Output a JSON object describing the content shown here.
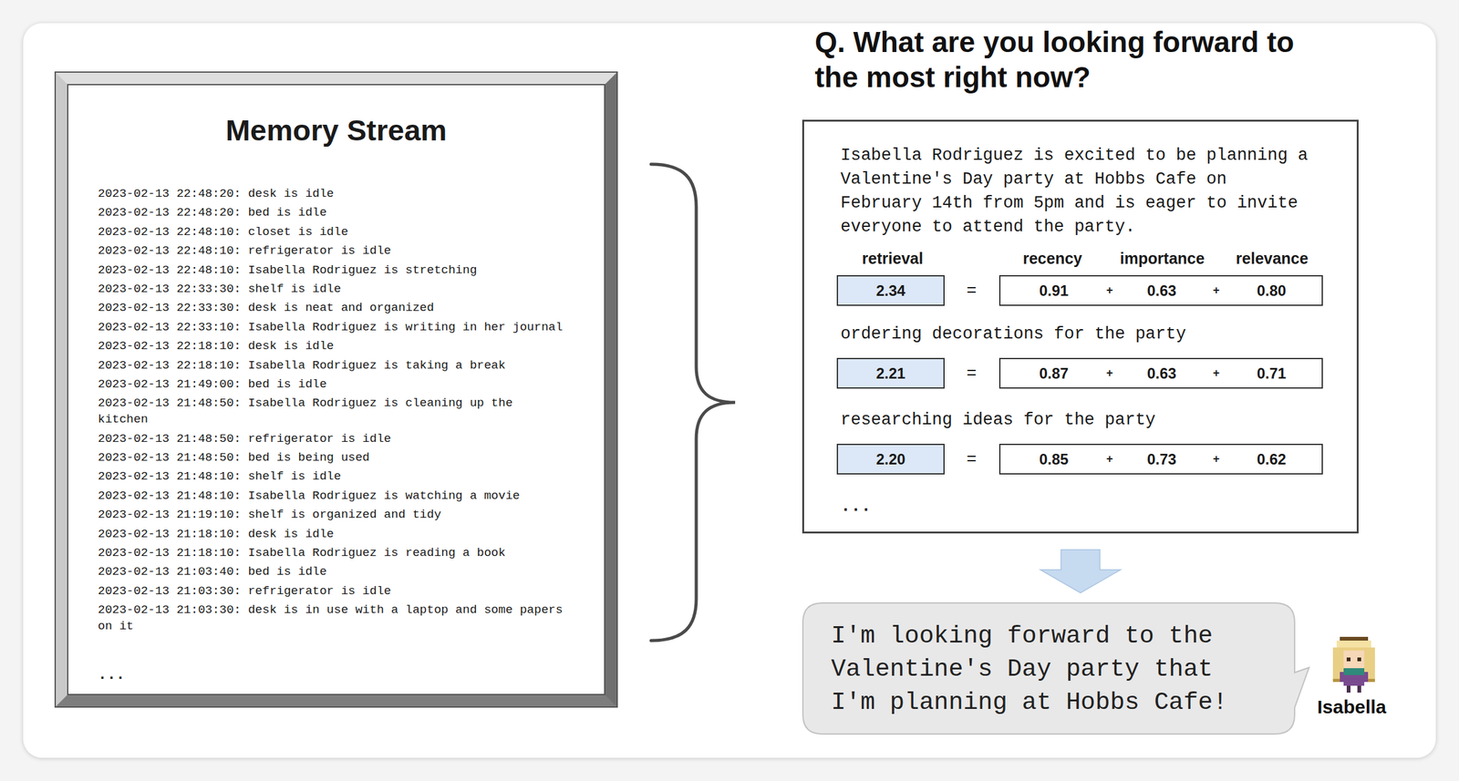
{
  "diagram": {
    "nodes": [
      {
        "text": [
          "Memory Stream",
          "2023-02-13 22:48:20: desk is idle",
          "2023-02-13 22:48:20: bed is idle",
          "2023-02-13 22:48:10: closet is idle",
          "2023-02-13 22:48:10: refrigerator is idle",
          "2023-02-13 22:48:10: Isabella Rodriguez is stretching",
          "2023-02-13 22:33:30: shelf is idle",
          "2023-02-13 22:33:30: desk is neat and organized",
          "2023-02-13 22:33:10: Isabella Rodriguez is writing in her journal",
          "2023-02-13 22:18:10: desk is idle",
          "2023-02-13 22:18:10: Isabella Rodriguez is taking a break",
          "2023-02-13 21:49:00: bed is idle",
          "2023-02-13 21:48:50: Isabella Rodriguez is cleaning up the kitchen",
          "2023-02-13 21:48:50: refrigerator is idle",
          "2023-02-13 21:48:50: bed is being used",
          "2023-02-13 21:48:10: shelf is idle",
          "2023-02-13 21:48:10: Isabella Rodriguez is watching a movie",
          "2023-02-13 21:19:10: shelf is organized and tidy",
          "2023-02-13 21:18:10: desk is idle",
          "2023-02-13 21:18:10: Isabella Rodriguez is reading a book",
          "2023-02-13 21:03:40: bed is idle",
          "2023-02-13 21:03:30: refrigerator is idle",
          "2023-02-13 21:03:30: desk is in use with a laptop and some papers on it",
          "..."
        ]
      },
      {
        "text": [
          "Isabella Rodriguez is excited to be planning a Valentine's Day party at Hobbs Cafe on February 14th from 5pm and is eager to invite everyone to attend the party.",
          "retrieval",
          "recency",
          "importance",
          "relevance",
          "=",
          "ordering decorations for the party",
          "=",
          "researching ideas for the party",
          "=",
          "..."
        ]
      },
      {
        "text": [
          "2.34"
        ],
        "in": 1
      },
      {
        "text": [
          "0.91",
          "+",
          "0.63",
          "+",
          "0.80"
        ],
        "in": 1
      },
      {
        "text": [
          "2.21"
        ],
        "in": 1
      },
      {
        "text": [
          "0.87",
          "+",
          "0.63",
          "+",
          "0.71"
        ],
        "in": 1
      },
      {
        "text": [
          "2.20"
        ],
        "in": 1
      },
      {
        "text": [
          "0.85",
          "+",
          "0.73",
          "+",
          "0.62"
        ],
        "in": 1
      },
      {
        "text": [
          "I'm looking forward to the Valentine's Day party that I'm planning at Hobbs Cafe!"
        ]
      }
    ],
    "edges": [
      {
        "from": 1,
        "to": 8,
        "arrow": "to"
      }
    ],
    "labels": [
      "Q. What are you looking forward to the most right now?",
      "Isabella"
    ]
  }
}
